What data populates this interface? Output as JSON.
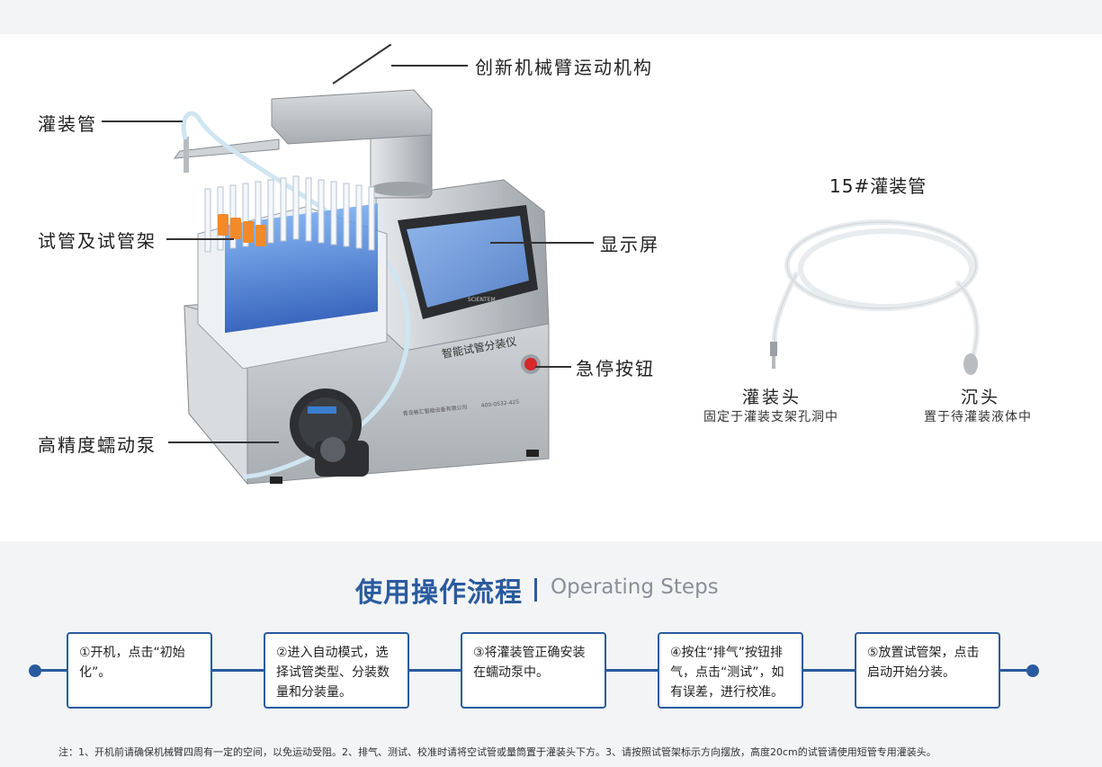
{
  "callouts": {
    "arm": "创新机械臂运动机构",
    "filling_tube": "灌装管",
    "tubes_rack": "试管及试管架",
    "display": "显示屏",
    "estop": "急停按钮",
    "pump": "高精度蠕动泵"
  },
  "machine": {
    "front_label": "智能试管分装仪",
    "plate_text": "青岛格汇智能设备有限公司",
    "hotline": "400-0532-425",
    "screen_logo": "SCIENTEM"
  },
  "tube_detail": {
    "title": "15#灌装管",
    "left_end": {
      "label": "灌装头",
      "sub": "固定于灌装支架孔洞中"
    },
    "right_end": {
      "label": "沉头",
      "sub": "置于待灌装液体中"
    }
  },
  "steps_section": {
    "title_cn": "使用操作流程",
    "title_en": "Operating Steps",
    "steps": [
      "①开机，点击“初始化”。",
      "②进入自动模式，选择试管类型、分装数量和分装量。",
      "③将灌装管正确安装在蠕动泵中。",
      "④按住“排气”按钮排气，点击“测试”，如有误差，进行校准。",
      "⑤放置试管架，点击启动开始分装。"
    ],
    "note": "注：1、开机前请确保机械臂四周有一定的空间，以免运动受阻。2、排气、测试、校准时请将空试管或量筒置于灌装头下方。3、请按照试管架标示方向摆放，高度20cm的试管请使用短管专用灌装头。"
  },
  "colors": {
    "accent": "#2a5b9e",
    "steel": "#c9ccd0",
    "tube_blue": "#2f6fd0",
    "cap_orange": "#f28a2a"
  }
}
